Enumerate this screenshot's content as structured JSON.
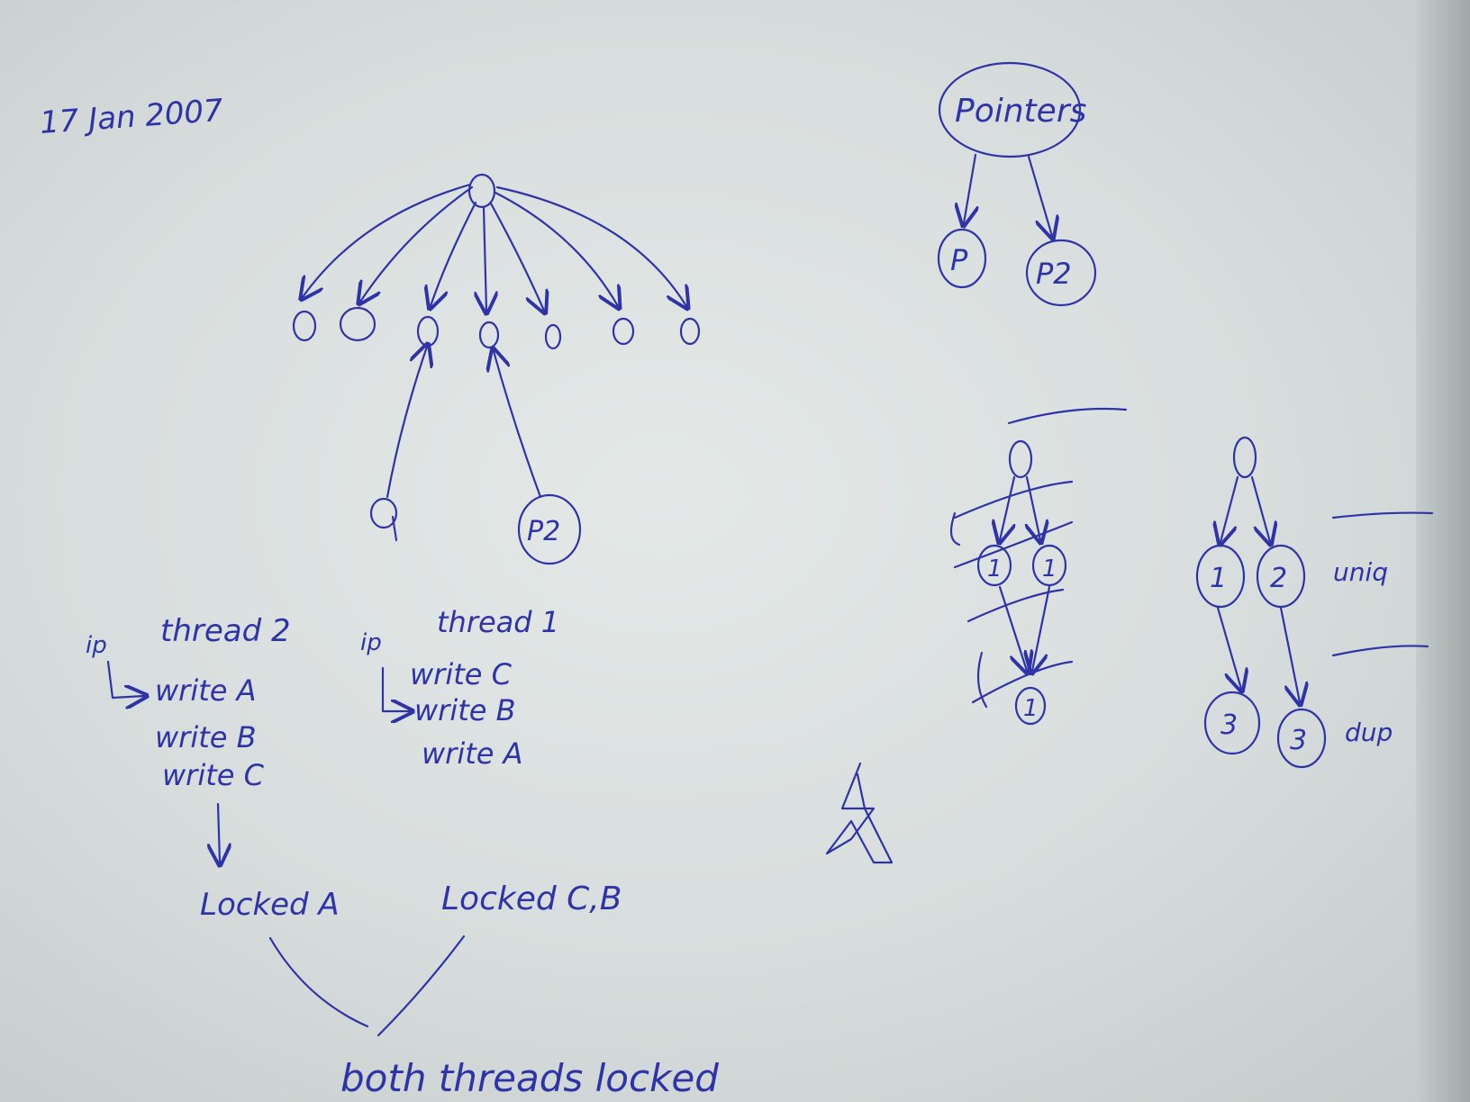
{
  "photo": {
    "paper_color": "#e0e5e4",
    "ink_color": "#2f33a8",
    "annotations": {
      "date": "17 Jan 2007",
      "pointers_label": "Pointers",
      "p_label": "P",
      "p2_label": "P2",
      "p2_bottom_label": "P2",
      "ip_left": "ip",
      "ip_right": "ip",
      "thread2": "thread 2",
      "thread1": "thread 1",
      "t2_lines": [
        "write A",
        "write B",
        "write C"
      ],
      "t1_lines": [
        "write C",
        "write B",
        "write A"
      ],
      "locked_a": "Locked A",
      "locked_cb": "Locked C,B",
      "both_locked": "both threads locked",
      "uniq": "uniq",
      "dup": "dup",
      "node_1": "1",
      "node_2": "2",
      "node_3": "3"
    }
  }
}
